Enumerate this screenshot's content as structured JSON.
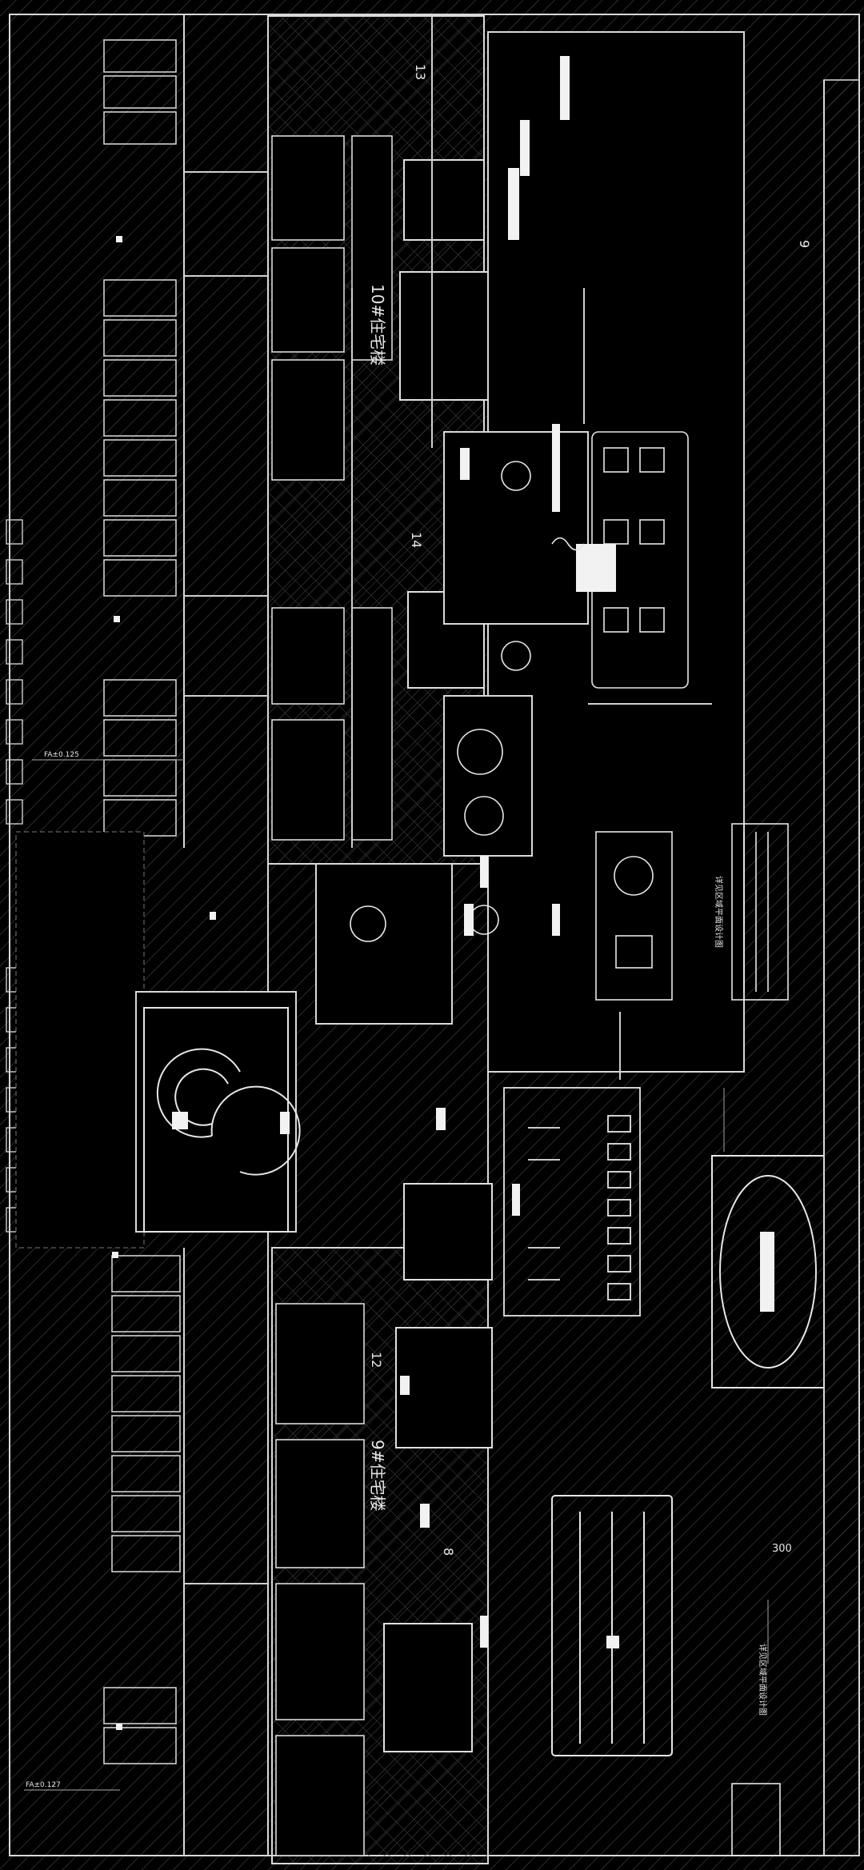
{
  "colors": {
    "background": "#000000",
    "line": "#d9d9d9",
    "dim_line": "#8a8a8a",
    "hatch": "#3a3a3a",
    "fill_white": "#f2f2f2"
  },
  "labels": {
    "building_10": "10#住宅楼",
    "building_9": "9#住宅楼",
    "axis_13": "13",
    "axis_14": "14",
    "axis_12": "12",
    "axis_9": "9",
    "axis_8": "8",
    "dim_300": "300",
    "ref_note_top": "详见区域平面设计图",
    "ref_note_bottom": "详见区域平面设计图",
    "level_a": "FA±0.125",
    "level_b": "FA±0.127"
  }
}
